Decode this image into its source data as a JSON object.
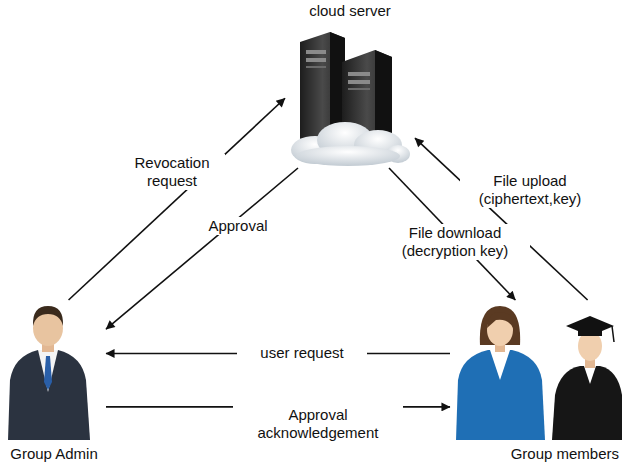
{
  "diagram": {
    "nodes": [
      {
        "text": [
          "cloud server"
        ]
      },
      {
        "text": [
          "Group Admin"
        ]
      },
      {
        "text": [
          "Group members"
        ]
      }
    ],
    "edges": [
      {
        "from": 1,
        "to": 0,
        "label": "Revocation request",
        "arrow": "to"
      },
      {
        "from": 0,
        "to": 1,
        "label": "Approval",
        "arrow": "to"
      },
      {
        "from": 2,
        "to": 0,
        "label": "File upload (ciphertext,key)",
        "arrow": "to"
      },
      {
        "from": 0,
        "to": 2,
        "label": "File download (decryption key)",
        "arrow": "to"
      },
      {
        "from": 2,
        "to": 1,
        "label": "user request",
        "arrow": "to"
      },
      {
        "from": 1,
        "to": 2,
        "label": "Approval acknowledgement",
        "arrow": "to"
      }
    ]
  }
}
